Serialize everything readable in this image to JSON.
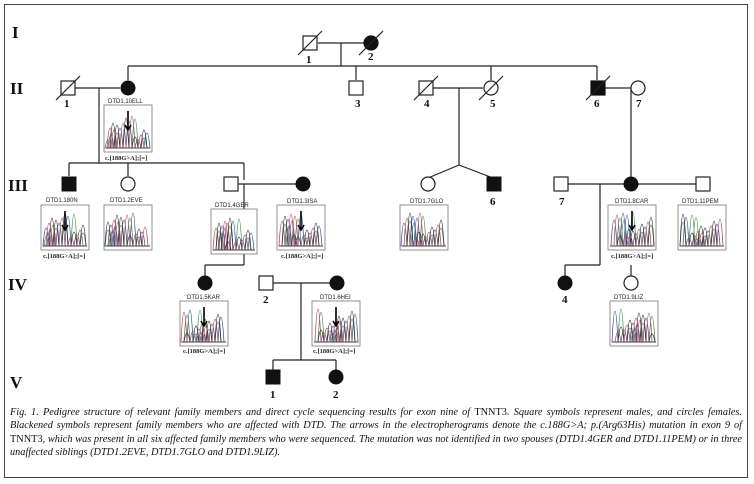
{
  "generations": [
    "I",
    "II",
    "III",
    "IV",
    "V"
  ],
  "numbers": {
    "I_1": "1",
    "I_2": "2",
    "II_1": "1",
    "II_3": "3",
    "II_4": "4",
    "II_5": "5",
    "II_6": "6",
    "II_7": "7",
    "III_6": "6",
    "III_7": "7",
    "IV_2": "2",
    "IV_4": "4",
    "V_1": "1",
    "V_2": "2"
  },
  "sample_ids": {
    "s1": "DTD1.10ELL",
    "s2": "DTD1.180N",
    "s3": "DTD1.2EVE",
    "s4": "DTD1.4GER",
    "s5": "DTD1.3ISA",
    "s6": "DTD1.7GLO",
    "s7": "DTD1.8CAR",
    "s8": "DTD1.11PEM",
    "s9": "DTD1.5KAR",
    "s10": "DTD1.6HEI",
    "s11": "DTD1.9LIZ"
  },
  "mutation_label": "c.[188G>A];[=]",
  "caption": {
    "p1": "Fig. 1. Pedigree structure of relevant family members and direct cycle sequencing results for exon nine of ",
    "gene1": "TNNT3",
    "p2": ". Square symbols represent males, and circles females. Blackened symbols represent family members who are affected with DTD. The arrows in the electropherograms denote the c.188G>A; p.(Arg63His) mutation in exon 9 of ",
    "gene2": "TNNT3",
    "p3": ", which was present in all six affected family members who were sequenced. The mutation was not identified in two spouses (DTD1.4GER and DTD1.11PEM) or in three unaffected siblings (DTD1.2EVE, DTD1.7GLO and DTD1.9LIZ)."
  },
  "colors": {
    "line": "#222222",
    "affected": "#111111",
    "trace_green": "#3c9a4e",
    "trace_blue": "#3a55b0",
    "trace_red": "#c8414a",
    "trace_black": "#333333"
  }
}
